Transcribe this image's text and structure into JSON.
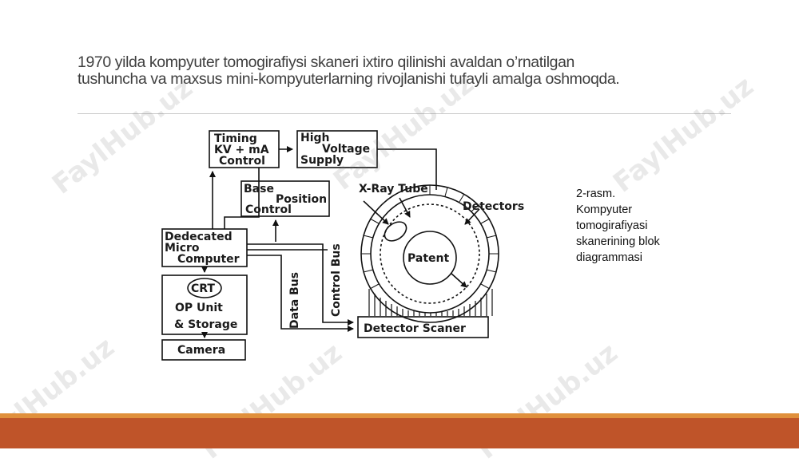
{
  "slide": {
    "title_lines": [
      "1970 yilda kompyuter tomogirafiysi skaneri ixtiro qilinishi avaldan o’rnatilgan",
      "tushuncha va maxsus mini-kompyuterlarning rivojlanishi tufayli amalga oshmoqda."
    ],
    "caption_lines": [
      "2-rasm.",
      "Kompyuter",
      "tomogirafiyasi",
      "skanerining blok",
      "diagrammasi"
    ],
    "watermark": "FaylHub.uz"
  },
  "diagram": {
    "boxes": {
      "timing": [
        "Timing",
        "KV + mA",
        "Control"
      ],
      "hv": [
        "High",
        "Voltage",
        "Supply"
      ],
      "base": [
        "Base",
        "Position",
        "Control"
      ],
      "micro": [
        "Dedecated",
        "Micro",
        "Computer"
      ],
      "crt": [
        "CRT",
        "OP Unit",
        "& Storage"
      ],
      "camera": "Camera",
      "detector_scaner": "Detector Scaner"
    },
    "labels": {
      "xray_tube": "X-Ray Tube",
      "detectors": "Detectors",
      "patent": "Patent",
      "data_bus": "Data Bus",
      "control_bus": "Control Bus"
    }
  },
  "colors": {
    "band_top": "#e0903c",
    "band_bottom": "#bf5429",
    "title": "#3f3f3f"
  }
}
